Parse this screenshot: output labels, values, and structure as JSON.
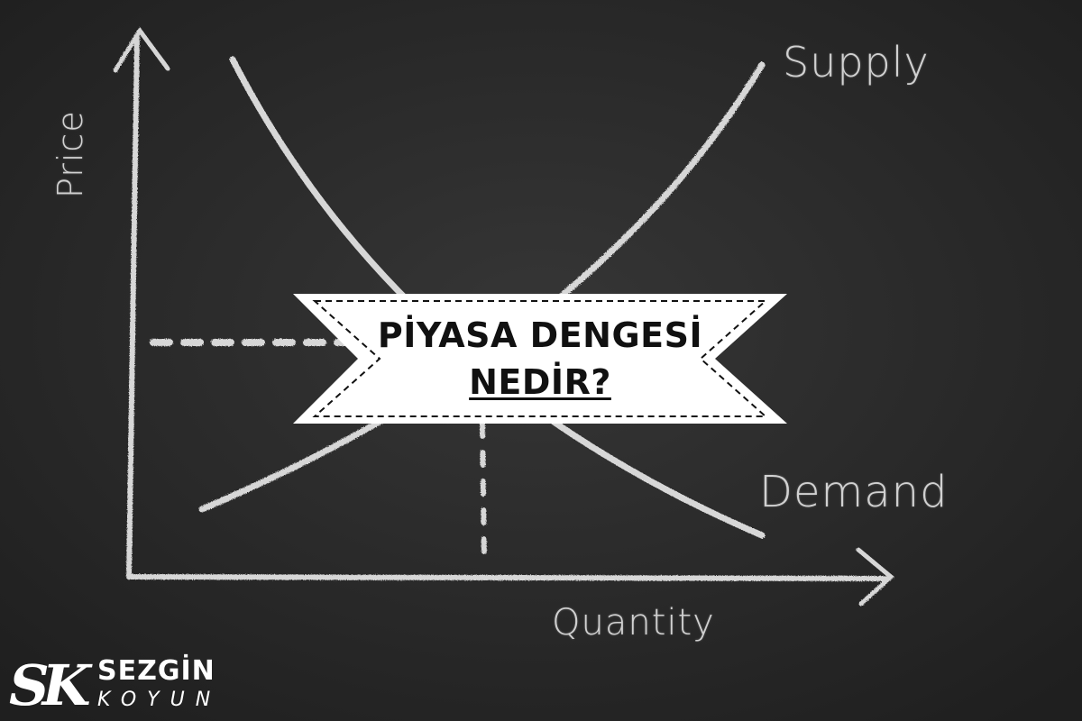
{
  "diagram": {
    "axis_y_label": "Price",
    "axis_x_label": "Quantity",
    "curves": [
      {
        "name": "Supply",
        "slope": "upward"
      },
      {
        "name": "Demand",
        "slope": "downward"
      }
    ],
    "equilibrium_guides": "dashed",
    "colors": {
      "board": "#2a2a2a",
      "chalk": "#e6e6e6",
      "banner": "#ffffff",
      "banner_text": "#111111"
    }
  },
  "banner": {
    "line1": "PİYASA DENGESİ",
    "line2": "NEDİR?"
  },
  "logo": {
    "mark": "SK",
    "name": "SEZGİN",
    "sub": "KOYUN"
  }
}
